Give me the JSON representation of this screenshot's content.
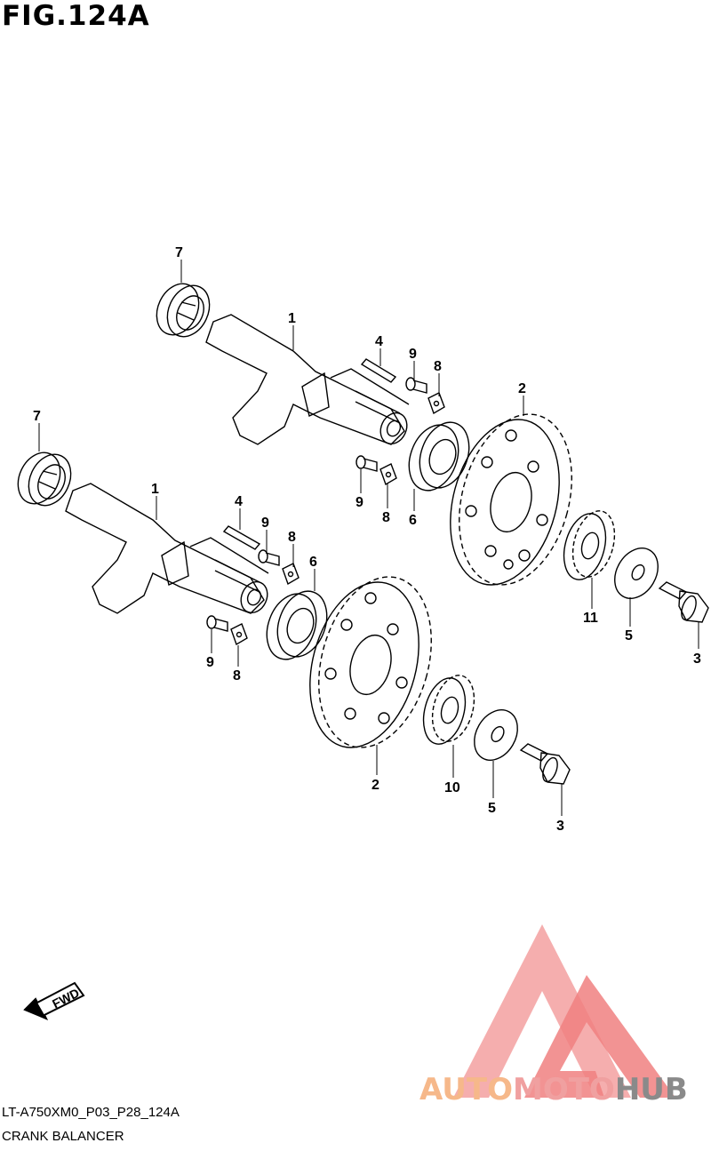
{
  "figure": {
    "title": "FIG.124A"
  },
  "callouts": [
    {
      "id": "c1a",
      "label": "7"
    },
    {
      "id": "c1b",
      "label": "1"
    },
    {
      "id": "c1c",
      "label": "4"
    },
    {
      "id": "c1d",
      "label": "9"
    },
    {
      "id": "c1e",
      "label": "8"
    },
    {
      "id": "c1f",
      "label": "2"
    },
    {
      "id": "c1g",
      "label": "9"
    },
    {
      "id": "c1h",
      "label": "8"
    },
    {
      "id": "c1i",
      "label": "6"
    },
    {
      "id": "c1j",
      "label": "11"
    },
    {
      "id": "c1k",
      "label": "5"
    },
    {
      "id": "c1l",
      "label": "3"
    },
    {
      "id": "c2a",
      "label": "7"
    },
    {
      "id": "c2b",
      "label": "1"
    },
    {
      "id": "c2c",
      "label": "4"
    },
    {
      "id": "c2d",
      "label": "9"
    },
    {
      "id": "c2e",
      "label": "8"
    },
    {
      "id": "c2f",
      "label": "6"
    },
    {
      "id": "c2g",
      "label": "9"
    },
    {
      "id": "c2h",
      "label": "8"
    },
    {
      "id": "c2i",
      "label": "2"
    },
    {
      "id": "c2j",
      "label": "10"
    },
    {
      "id": "c2k",
      "label": "5"
    },
    {
      "id": "c2l",
      "label": "3"
    }
  ],
  "fwd_label": "FWD",
  "footer": {
    "code": "LT-A750XM0_P03_P28_124A",
    "name": "CRANK BALANCER"
  },
  "watermark": {
    "part1": "AUTO",
    "part2": "MOTO",
    "part3": "HUB"
  },
  "colors": {
    "logo_red": "#f08080",
    "logo_orange": "#f6b88a",
    "logo_gray": "#8a8a8a"
  }
}
